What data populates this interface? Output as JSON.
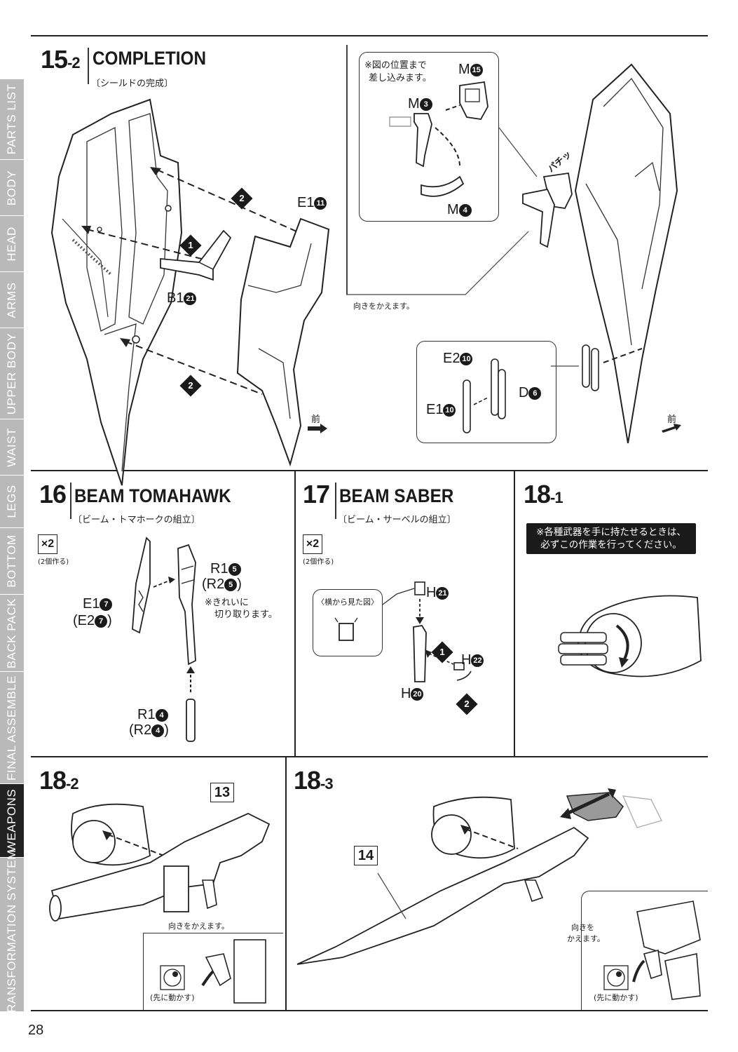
{
  "sidebar": {
    "tabs": [
      {
        "label": "PARTS LIST",
        "active": false
      },
      {
        "label": "BODY",
        "active": false
      },
      {
        "label": "HEAD",
        "active": false
      },
      {
        "label": "ARMS",
        "active": false
      },
      {
        "label": "UPPER BODY",
        "active": false
      },
      {
        "label": "WAIST",
        "active": false
      },
      {
        "label": "LEGS",
        "active": false
      },
      {
        "label": "BOTTOM",
        "active": false
      },
      {
        "label": "BACK PACK",
        "active": false
      },
      {
        "label": "FINAL ASSEMBLE",
        "active": false
      },
      {
        "label": "WEAPONS",
        "active": true
      },
      {
        "label": "TRANSFORMATION SYSTEM",
        "active": false
      }
    ],
    "active_color": "#222222",
    "inactive_color": "#b9b9b9"
  },
  "step15_2": {
    "number": "15",
    "suffix": "-2",
    "title": "COMPLETION",
    "subtitle": "〔シールドの完成〕",
    "parts": {
      "e1": "E1",
      "e1_num": "11",
      "b1": "B1",
      "b1_num": "21"
    },
    "badge1": "1",
    "badge2": "2",
    "front": "前"
  },
  "step15_2_right": {
    "inset_note_line1": "※図の位置まで",
    "inset_note_line2": "差し込みます。",
    "m15": "M",
    "m15_num": "15",
    "m3": "M",
    "m3_num": "3",
    "m4": "M",
    "m4_num": "4",
    "snap": "パチッ",
    "turn_note": "向きをかえます。",
    "e2": "E2",
    "e2_num": "10",
    "e1": "E1",
    "e1_num": "10",
    "d": "D",
    "d_num": "6",
    "front": "前"
  },
  "step16": {
    "number": "16",
    "title": "BEAM TOMAHAWK",
    "subtitle": "〔ビーム・トマホークの組立〕",
    "multiplier": "×2",
    "make_two": "(2個作る)",
    "r1_top": "R1",
    "r1_top_num": "5",
    "r2_top": "(R2",
    "r2_top_num": "5",
    "r2_top_close": ")",
    "cut_note_line1": "※きれいに",
    "cut_note_line2": "切り取ります。",
    "e1": "E1",
    "e1_num": "7",
    "e2": "(E2",
    "e2_num": "7",
    "e2_close": ")",
    "r1_bottom": "R1",
    "r1_bottom_num": "4",
    "r2_bottom": "(R2",
    "r2_bottom_num": "4",
    "r2_bottom_close": ")"
  },
  "step17": {
    "number": "17",
    "title": "BEAM SABER",
    "subtitle": "〔ビーム・サーベルの組立〕",
    "multiplier": "×2",
    "make_two": "(2個作る)",
    "side_view": "〈横から見た図〉",
    "h21": "H",
    "h21_num": "21",
    "h22": "H",
    "h22_num": "22",
    "h20": "H",
    "h20_num": "20",
    "badge1": "1",
    "badge2": "2"
  },
  "step18_1": {
    "number": "18",
    "suffix": "-1",
    "note_line1": "※各種武器を手に持たせるときは、",
    "note_line2": "必ずこの作業を行ってください。"
  },
  "step18_2": {
    "number": "18",
    "suffix": "-2",
    "box": "13",
    "turn_note": "向きをかえます。",
    "move_first": "(先に動かす)"
  },
  "step18_3": {
    "number": "18",
    "suffix": "-3",
    "box": "14",
    "turn_note_line1": "向きを",
    "turn_note_line2": "かえます。",
    "move_first": "(先に動かす)"
  },
  "page_number": "28"
}
